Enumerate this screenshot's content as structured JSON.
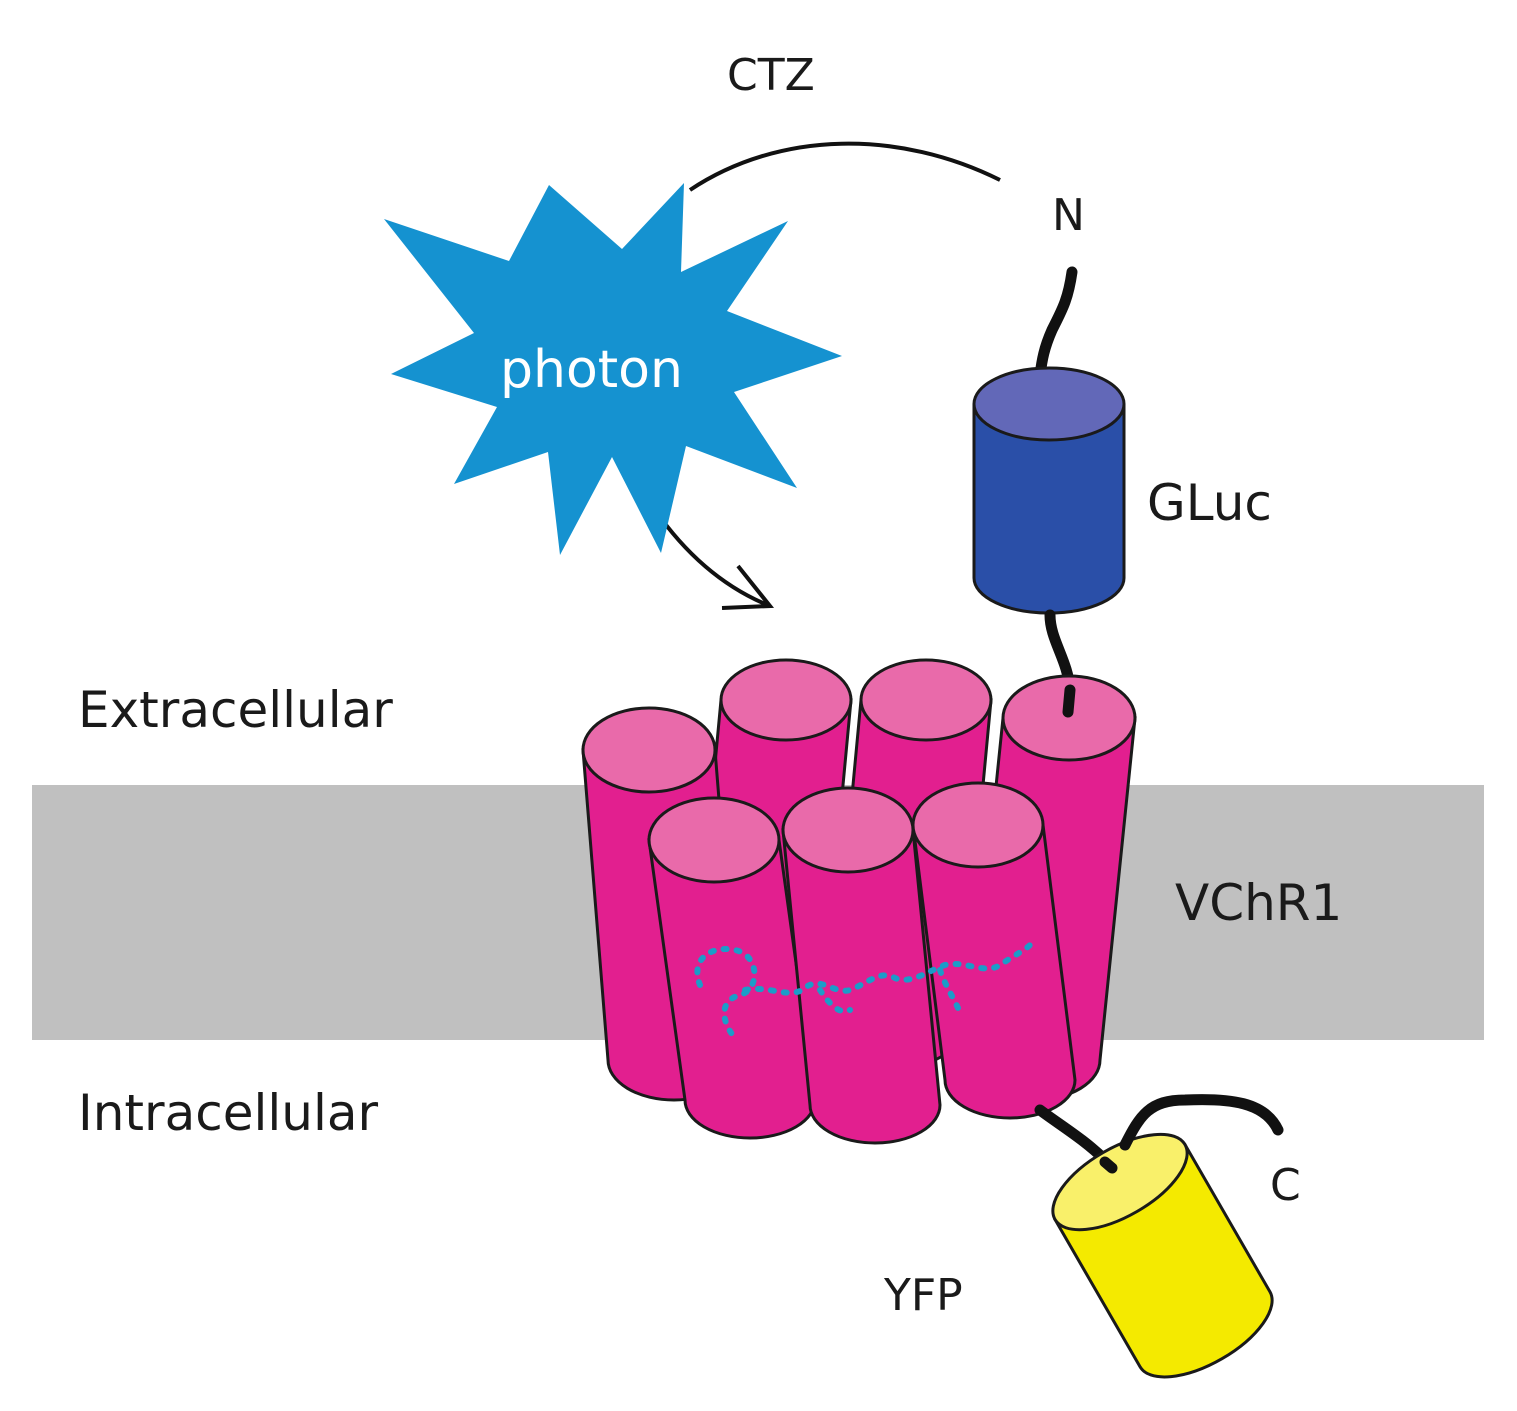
{
  "labels": {
    "substrate": "CTZ",
    "n_terminus": "N",
    "c_terminus": "C",
    "photon": "photon",
    "luciferase": "GLuc",
    "channel": "VChR1",
    "fluorescent": "YFP",
    "extracellular": "Extracellular",
    "intracellular": "Intracellular"
  },
  "colors": {
    "membrane": "#c0c0c0",
    "photon_burst": "#1592d0",
    "gluc_body": "#2a4fa8",
    "gluc_top": "#6268b8",
    "channel_body": "#e21f8f",
    "channel_top": "#e96aaa",
    "yfp_body": "#f4ea00",
    "yfp_top": "#f9f06a",
    "retinal_dots": "#1c9cc8"
  }
}
